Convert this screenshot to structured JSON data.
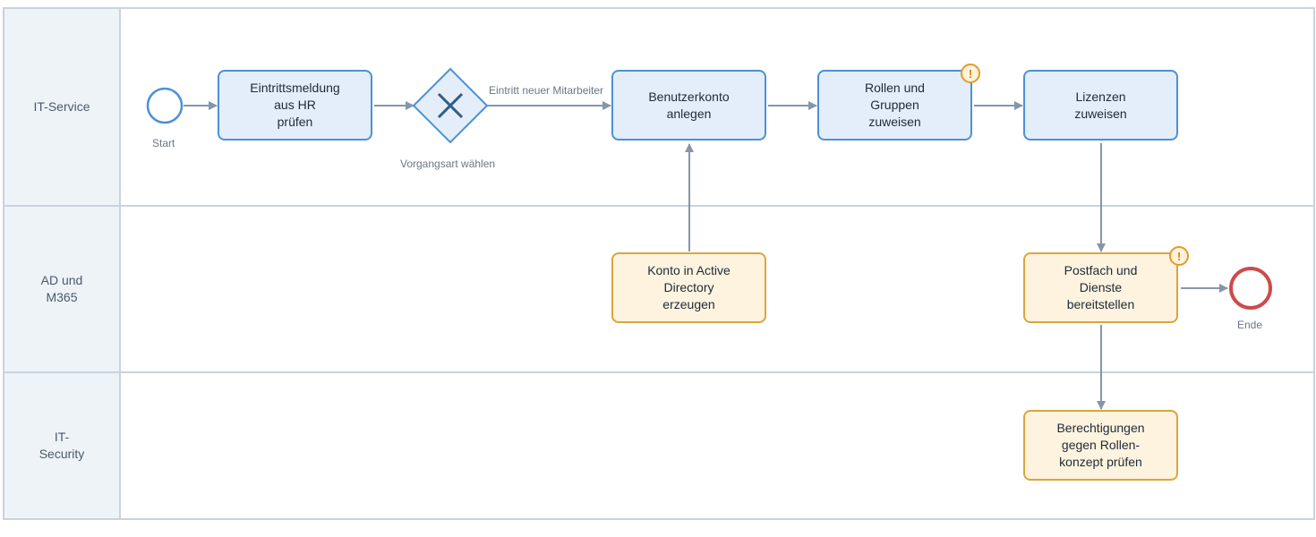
{
  "lanes": [
    {
      "label": "IT-Service"
    },
    {
      "label": "AD und\nM365"
    },
    {
      "label": "IT-\nSecurity"
    }
  ],
  "events": {
    "start": {
      "label": "Start"
    },
    "end": {
      "label": "Ende"
    }
  },
  "gateway": {
    "label": "Vorgangsart wählen",
    "flow_label": "Eintritt neuer Mitarbeiter"
  },
  "tasks": {
    "hr_check": {
      "label": "Eintrittsmeldung\naus HR\nprüfen"
    },
    "create_account": {
      "label": "Benutzerkonto\nanlegen"
    },
    "assign_roles": {
      "label": "Rollen und\nGruppen\nzuweisen",
      "warning": "!"
    },
    "assign_licenses": {
      "label": "Lizenzen\nzuweisen"
    },
    "ad_account": {
      "label": "Konto in Active\nDirectory\nerzeugen"
    },
    "mailbox": {
      "label": "Postfach und\nDienste\nbereitstellen",
      "warning": "!"
    },
    "check_permissions": {
      "label": "Berechtigungen\ngegen Rollen-\nkonzept prüfen"
    }
  },
  "colors": {
    "lane_border": "#c9d3de",
    "flow": "#8596a8",
    "task_blue_border": "#4d90d6",
    "task_yellow_border": "#d9a63c",
    "start_stroke": "#4d90d6",
    "end_stroke": "#cc4b4b",
    "warning": "#e39a29"
  }
}
